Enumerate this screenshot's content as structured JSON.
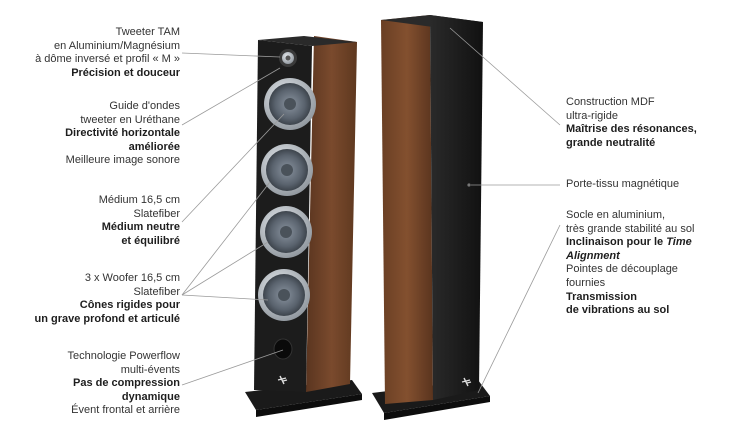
{
  "callouts_left": {
    "tweeter": {
      "l1": "Tweeter TAM",
      "l2": "en Aluminium/Magnésium",
      "l3": "à dôme inversé et profil « M »",
      "l4": "Précision et douceur"
    },
    "waveguide": {
      "l1": "Guide d'ondes",
      "l2": "tweeter en Uréthane",
      "l3": "Directivité horizontale",
      "l4": "améliorée",
      "l5": "Meilleure image sonore"
    },
    "medium": {
      "l1": "Médium 16,5 cm",
      "l2": "Slatefiber",
      "l3": "Médium neutre",
      "l4": "et équilibré"
    },
    "woofer": {
      "l1": "3 x Woofer 16,5 cm",
      "l2": "Slatefiber",
      "l3": "Cônes rigides pour",
      "l4": "un grave profond et articulé"
    },
    "powerflow": {
      "l1": "Technologie Powerflow",
      "l2": "multi-évents",
      "l3": "Pas de compression",
      "l4": "dynamique",
      "l5": "Évent frontal et arrière"
    }
  },
  "callouts_right": {
    "mdf": {
      "l1": "Construction MDF",
      "l2": "ultra-rigide",
      "l3": "Maîtrise des résonances,",
      "l4": "grande neutralité"
    },
    "grille": {
      "l1": "Porte-tissu magnétique"
    },
    "base": {
      "l1": "Socle en aluminium,",
      "l2": "très grande stabilité au sol",
      "l3a": "Inclinaison pour le ",
      "l3b": "Time",
      "l4": "Alignment",
      "l5": "Pointes de découplage",
      "l6": "fournies",
      "l7": "Transmission",
      "l8": "de vibrations au sol"
    }
  },
  "colors": {
    "wood": "#6b4128",
    "baffle": "#1c1c1c",
    "ring": "#b9bfc5",
    "cone": "#6a7480",
    "base": "#1a1a1a",
    "leader": "#9a9a9a"
  },
  "icons": [
    "focal-logo-icon"
  ]
}
